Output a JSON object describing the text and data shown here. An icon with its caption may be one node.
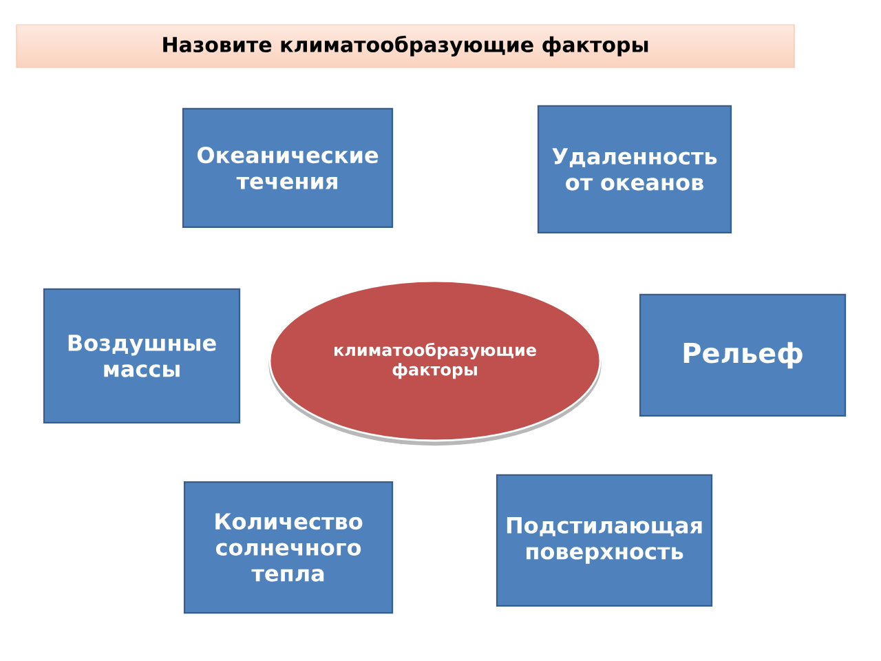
{
  "diagram": {
    "title": "Назовите климатообразующие факторы",
    "nodes": [
      {
        "text": [
          "Океанические течения"
        ]
      },
      {
        "text": [
          "Удаленность от океанов"
        ]
      },
      {
        "text": [
          "Воздушные массы"
        ]
      },
      {
        "text": [
          "климатообразующие факторы"
        ]
      },
      {
        "text": [
          "Рельеф"
        ]
      },
      {
        "text": [
          "Количество солнечного тепла"
        ]
      },
      {
        "text": [
          "Подстилающая поверхность"
        ]
      }
    ]
  }
}
